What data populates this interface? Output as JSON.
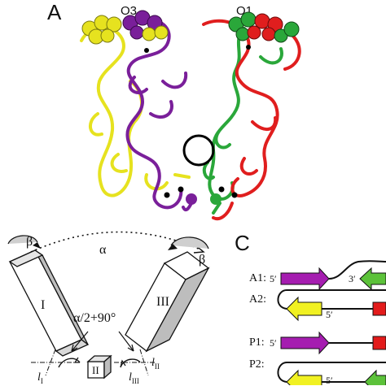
{
  "panel_a": {
    "label": "A",
    "left_name": "O3",
    "right_name": "O1",
    "colors": {
      "yellow": "#e6e21f",
      "purple": "#7a1f9a",
      "red": "#e01e1e",
      "green": "#2aa73a"
    }
  },
  "panel_b": {
    "angle_alpha": "α",
    "beta_left": "β",
    "beta_right": "β",
    "center_angle": "α/2+90°",
    "block_left": "I",
    "block_center": "II",
    "block_right": "III",
    "axis_left": "l",
    "axis_left_sub": "I",
    "axis_center": "l",
    "axis_center_sub": "II",
    "axis_right": "l",
    "axis_right_sub": "III"
  },
  "panel_c": {
    "label": "C",
    "rows": [
      {
        "name": "A1:",
        "five": "5′",
        "three": "3′"
      },
      {
        "name": "A2:",
        "five": "5′"
      },
      {
        "name": "P1:",
        "five": "5′"
      },
      {
        "name": "P2:",
        "five": "5′"
      }
    ],
    "colors": {
      "purple": "#a51db0",
      "green": "#5cc23a",
      "yellow": "#f1f122",
      "red": "#e31b1b"
    }
  }
}
